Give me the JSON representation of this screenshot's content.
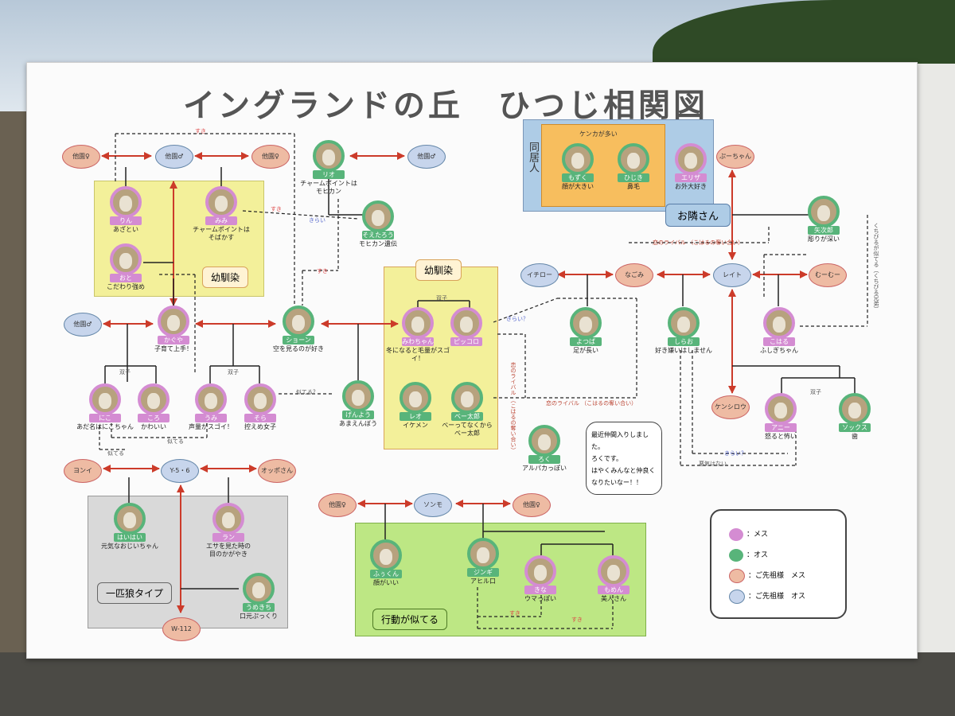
{
  "title": "イングランドの丘　ひつじ相関図",
  "colors": {
    "female": "#d48cd2",
    "male": "#58b47a",
    "anc_f": "#eebba3",
    "anc_m": "#c7d5ec",
    "relation": "#cc3b2a",
    "yellow": "#f3f09a",
    "orange": "#f7be5e",
    "blue": "#aecce6",
    "green": "#bde784",
    "gray": "#d9d9d9",
    "beige": "#fff3d4"
  },
  "groups": {
    "osananajimi1": "幼馴染",
    "osananajimi2": "幼馴染",
    "doukyonin": "同居人",
    "kenka": "ケンカが多い",
    "otonari": "お隣さん",
    "ippiki": "一匹狼タイプ",
    "koudou": "行動が似てる"
  },
  "ancestors": [
    {
      "id": "a1",
      "label": "他園♀"
    },
    {
      "id": "a2",
      "label": "他園♂"
    },
    {
      "id": "a3",
      "label": "他園♀"
    },
    {
      "id": "a4",
      "label": "他園♂"
    },
    {
      "id": "a5",
      "label": "ぷーちゃん"
    },
    {
      "id": "a6",
      "label": "他園♂"
    },
    {
      "id": "a7",
      "label": "イチロー"
    },
    {
      "id": "a8",
      "label": "なごみ"
    },
    {
      "id": "a9",
      "label": "レイト"
    },
    {
      "id": "a10",
      "label": "むーむー"
    },
    {
      "id": "a11",
      "label": "ケンシロウ"
    },
    {
      "id": "a12",
      "label": "ヨンイ"
    },
    {
      "id": "a13",
      "label": "Y-5・6"
    },
    {
      "id": "a14",
      "label": "オッポさん"
    },
    {
      "id": "a15",
      "label": "W-112"
    },
    {
      "id": "a16",
      "label": "他園♀"
    },
    {
      "id": "a17",
      "label": "ソンモ"
    },
    {
      "id": "a18",
      "label": "他園♀"
    }
  ],
  "sheep": [
    {
      "id": "rio",
      "name": "リオ",
      "desc": "チャームポイントは\nモヒカン",
      "sex": "m"
    },
    {
      "id": "rin",
      "name": "りん",
      "desc": "あざとい",
      "sex": "f"
    },
    {
      "id": "mimi",
      "name": "みみ",
      "desc": "チャームポイントは\nそばかす",
      "sex": "f"
    },
    {
      "id": "oto",
      "name": "おと",
      "desc": "こだわり強め",
      "sex": "f"
    },
    {
      "id": "soetaro",
      "name": "そえたろう",
      "desc": "モヒカン遺伝",
      "sex": "m"
    },
    {
      "id": "mozuku",
      "name": "もずく",
      "desc": "顔が大きい",
      "sex": "m"
    },
    {
      "id": "hijiki",
      "name": "ひじき",
      "desc": "鼻毛",
      "sex": "m"
    },
    {
      "id": "eliza",
      "name": "エリザ",
      "desc": "お外大好き",
      "sex": "f"
    },
    {
      "id": "yajiro",
      "name": "矢次郎",
      "desc": "彫りが深い",
      "sex": "m"
    },
    {
      "id": "kaguya",
      "name": "かぐや",
      "desc": "子育て上手！",
      "sex": "f"
    },
    {
      "id": "shon",
      "name": "ショーン",
      "desc": "空を見るのが好き",
      "sex": "m"
    },
    {
      "id": "miwa",
      "name": "みわちゃん",
      "desc": "冬になると毛量がスゴイ！",
      "sex": "f"
    },
    {
      "id": "pikkoro",
      "name": "ピッコロ",
      "desc": "",
      "sex": "f"
    },
    {
      "id": "yotsuba",
      "name": "よつば",
      "desc": "足が長い",
      "sex": "m"
    },
    {
      "id": "shirao",
      "name": "しらお",
      "desc": "好き嫌いはしません",
      "sex": "m"
    },
    {
      "id": "koharu",
      "name": "こはる",
      "desc": "ふしぎちゃん",
      "sex": "f"
    },
    {
      "id": "niko",
      "name": "にこ",
      "desc": "あだ名はにこちゃん",
      "sex": "f"
    },
    {
      "id": "koro",
      "name": "ころ",
      "desc": "かわいい",
      "sex": "f"
    },
    {
      "id": "umi",
      "name": "うみ",
      "desc": "声量がスゴイ！",
      "sex": "f"
    },
    {
      "id": "sora",
      "name": "そら",
      "desc": "控えめ女子",
      "sex": "f"
    },
    {
      "id": "genyo",
      "name": "げんよう",
      "desc": "あまえんぼう",
      "sex": "m"
    },
    {
      "id": "reo",
      "name": "レオ",
      "desc": "イケメン",
      "sex": "m"
    },
    {
      "id": "betaro",
      "name": "べー太郎",
      "desc": "べーってなくから\nべー太郎",
      "sex": "m"
    },
    {
      "id": "ani",
      "name": "アニー",
      "desc": "怒ると怖い",
      "sex": "f"
    },
    {
      "id": "socks",
      "name": "ソックス",
      "desc": "歯",
      "sex": "m"
    },
    {
      "id": "roku",
      "name": "ろく",
      "desc": "アルパカっぽい",
      "sex": "m"
    },
    {
      "id": "haihai",
      "name": "はいはい",
      "desc": "元気なおじいちゃん",
      "sex": "m"
    },
    {
      "id": "ran",
      "name": "ラン",
      "desc": "エサを見た時の\n目のかがやき",
      "sex": "f"
    },
    {
      "id": "umakichi",
      "name": "うめきち",
      "desc": "口元ぷっくり",
      "sex": "m"
    },
    {
      "id": "fukun",
      "name": "ふぅくん",
      "desc": "顔がいい",
      "sex": "m"
    },
    {
      "id": "jingi",
      "name": "ジンギ",
      "desc": "アヒル口",
      "sex": "m"
    },
    {
      "id": "kina",
      "name": "きな",
      "desc": "ウマっぽい",
      "sex": "f"
    },
    {
      "id": "momen",
      "name": "もめん",
      "desc": "美人さん",
      "sex": "f"
    }
  ],
  "annotations": {
    "suki1": "すき",
    "suki2": "すき",
    "suki3": "すき",
    "kirai1": "きらい",
    "kirai2": "きらい？",
    "kirai3": "きらい？",
    "futago1": "双子",
    "futago2": "双子",
    "futago3": "双子",
    "futago4": "双子",
    "nitemasu1": "似てる",
    "nitemasu2": "似てる",
    "nitemasu3": "似てる？",
    "rival1": "恋のライバル\n（こはるの奪い合い）",
    "rival2": "恋のライバル\n（こはるの奪い合い）",
    "rival3": "恋のライバル\n（こはるの奪い合い）",
    "kuchibiru": "くちびるが似てる（くちびる兄弟）",
    "akui": "悪気はない",
    "suki4": "すき",
    "suki5": "すき"
  },
  "bubble": "最近仲間入りしました。\nろくです。\nはやくみんなと仲良く\nなりたいなー！！",
  "legend": [
    {
      "label": "：メス",
      "color": "#d48cd2"
    },
    {
      "label": "：オス",
      "color": "#58b47a"
    },
    {
      "label": "：ご先祖様　メス",
      "color": "#eebba3"
    },
    {
      "label": "：ご先祖様　オス",
      "color": "#c7d5ec"
    }
  ]
}
